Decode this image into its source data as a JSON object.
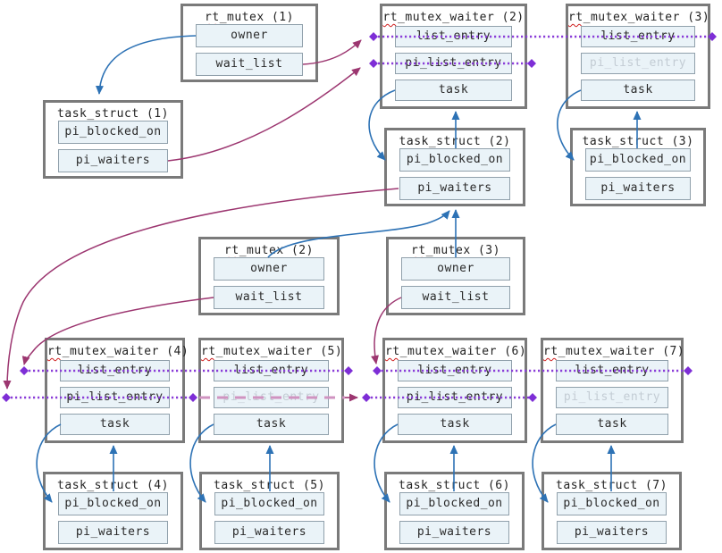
{
  "diagram_subject": "rt_mutex priority-inheritance structures",
  "colors": {
    "pointer_blue": "#2d72b5",
    "pointer_maroon": "#9c3670",
    "list_link_purple": "#8a3dd8",
    "list_diamond_purple": "#7e2ed6",
    "moved_entry_pink": "#d093c1",
    "misspell_squiggle_red": "#cf2020",
    "field_fill": "#eaf3f8",
    "box_border_gray": "#7a7a7a"
  },
  "structs": [
    {
      "title_squiggle": "rt",
      "title_rest": "_mutex (1)",
      "fields": [
        {
          "label": "owner"
        },
        {
          "label": "wait_list"
        }
      ]
    },
    {
      "title_squiggle": "rt",
      "title_rest": "_mutex_waiter (2)",
      "fields": [
        {
          "label": "list_entry"
        },
        {
          "label": "pi_list_entry"
        },
        {
          "label": "task"
        }
      ]
    },
    {
      "title_squiggle": "rt",
      "title_rest": "_mutex_waiter (3)",
      "fields": [
        {
          "label": "list_entry"
        },
        {
          "label": "pi_list_entry",
          "dim": true
        },
        {
          "label": "task"
        }
      ]
    },
    {
      "title_squiggle": "",
      "title_rest": "task_struct (1)",
      "fields": [
        {
          "label": "pi_blocked_on"
        },
        {
          "label": "pi_waiters"
        }
      ]
    },
    {
      "title_squiggle": "",
      "title_rest": "task_struct (2)",
      "fields": [
        {
          "label": "pi_blocked_on"
        },
        {
          "label": "pi_waiters"
        }
      ]
    },
    {
      "title_squiggle": "",
      "title_rest": "task_struct (3)",
      "fields": [
        {
          "label": "pi_blocked_on"
        },
        {
          "label": "pi_waiters"
        }
      ]
    },
    {
      "title_squiggle": "rt",
      "title_rest": "_mutex (2)",
      "fields": [
        {
          "label": "owner"
        },
        {
          "label": "wait_list"
        }
      ]
    },
    {
      "title_squiggle": "rt",
      "title_rest": "_mutex (3)",
      "fields": [
        {
          "label": "owner"
        },
        {
          "label": "wait_list"
        }
      ]
    },
    {
      "title_squiggle": "rt",
      "title_rest": "_mutex_waiter (4)",
      "fields": [
        {
          "label": "list_entry"
        },
        {
          "label": "pi_list_entry"
        },
        {
          "label": "task"
        }
      ]
    },
    {
      "title_squiggle": "rt",
      "title_rest": "_mutex_waiter (5)",
      "fields": [
        {
          "label": "list_entry"
        },
        {
          "label": "pi_list_entry",
          "dim": true
        },
        {
          "label": "task"
        }
      ]
    },
    {
      "title_squiggle": "rt",
      "title_rest": "_mutex_waiter (6)",
      "fields": [
        {
          "label": "list_entry"
        },
        {
          "label": "pi_list_entry"
        },
        {
          "label": "task"
        }
      ]
    },
    {
      "title_squiggle": "rt",
      "title_rest": "_mutex_waiter (7)",
      "fields": [
        {
          "label": "list_entry"
        },
        {
          "label": "pi_list_entry",
          "dim": true
        },
        {
          "label": "task"
        }
      ]
    },
    {
      "title_squiggle": "",
      "title_rest": "task_struct (4)",
      "fields": [
        {
          "label": "pi_blocked_on"
        },
        {
          "label": "pi_waiters"
        }
      ]
    },
    {
      "title_squiggle": "",
      "title_rest": "task_struct (5)",
      "fields": [
        {
          "label": "pi_blocked_on"
        },
        {
          "label": "pi_waiters"
        }
      ]
    },
    {
      "title_squiggle": "",
      "title_rest": "task_struct (6)",
      "fields": [
        {
          "label": "pi_blocked_on"
        },
        {
          "label": "pi_waiters"
        }
      ]
    },
    {
      "title_squiggle": "",
      "title_rest": "task_struct (7)",
      "fields": [
        {
          "label": "pi_blocked_on"
        },
        {
          "label": "pi_waiters"
        }
      ]
    }
  ]
}
